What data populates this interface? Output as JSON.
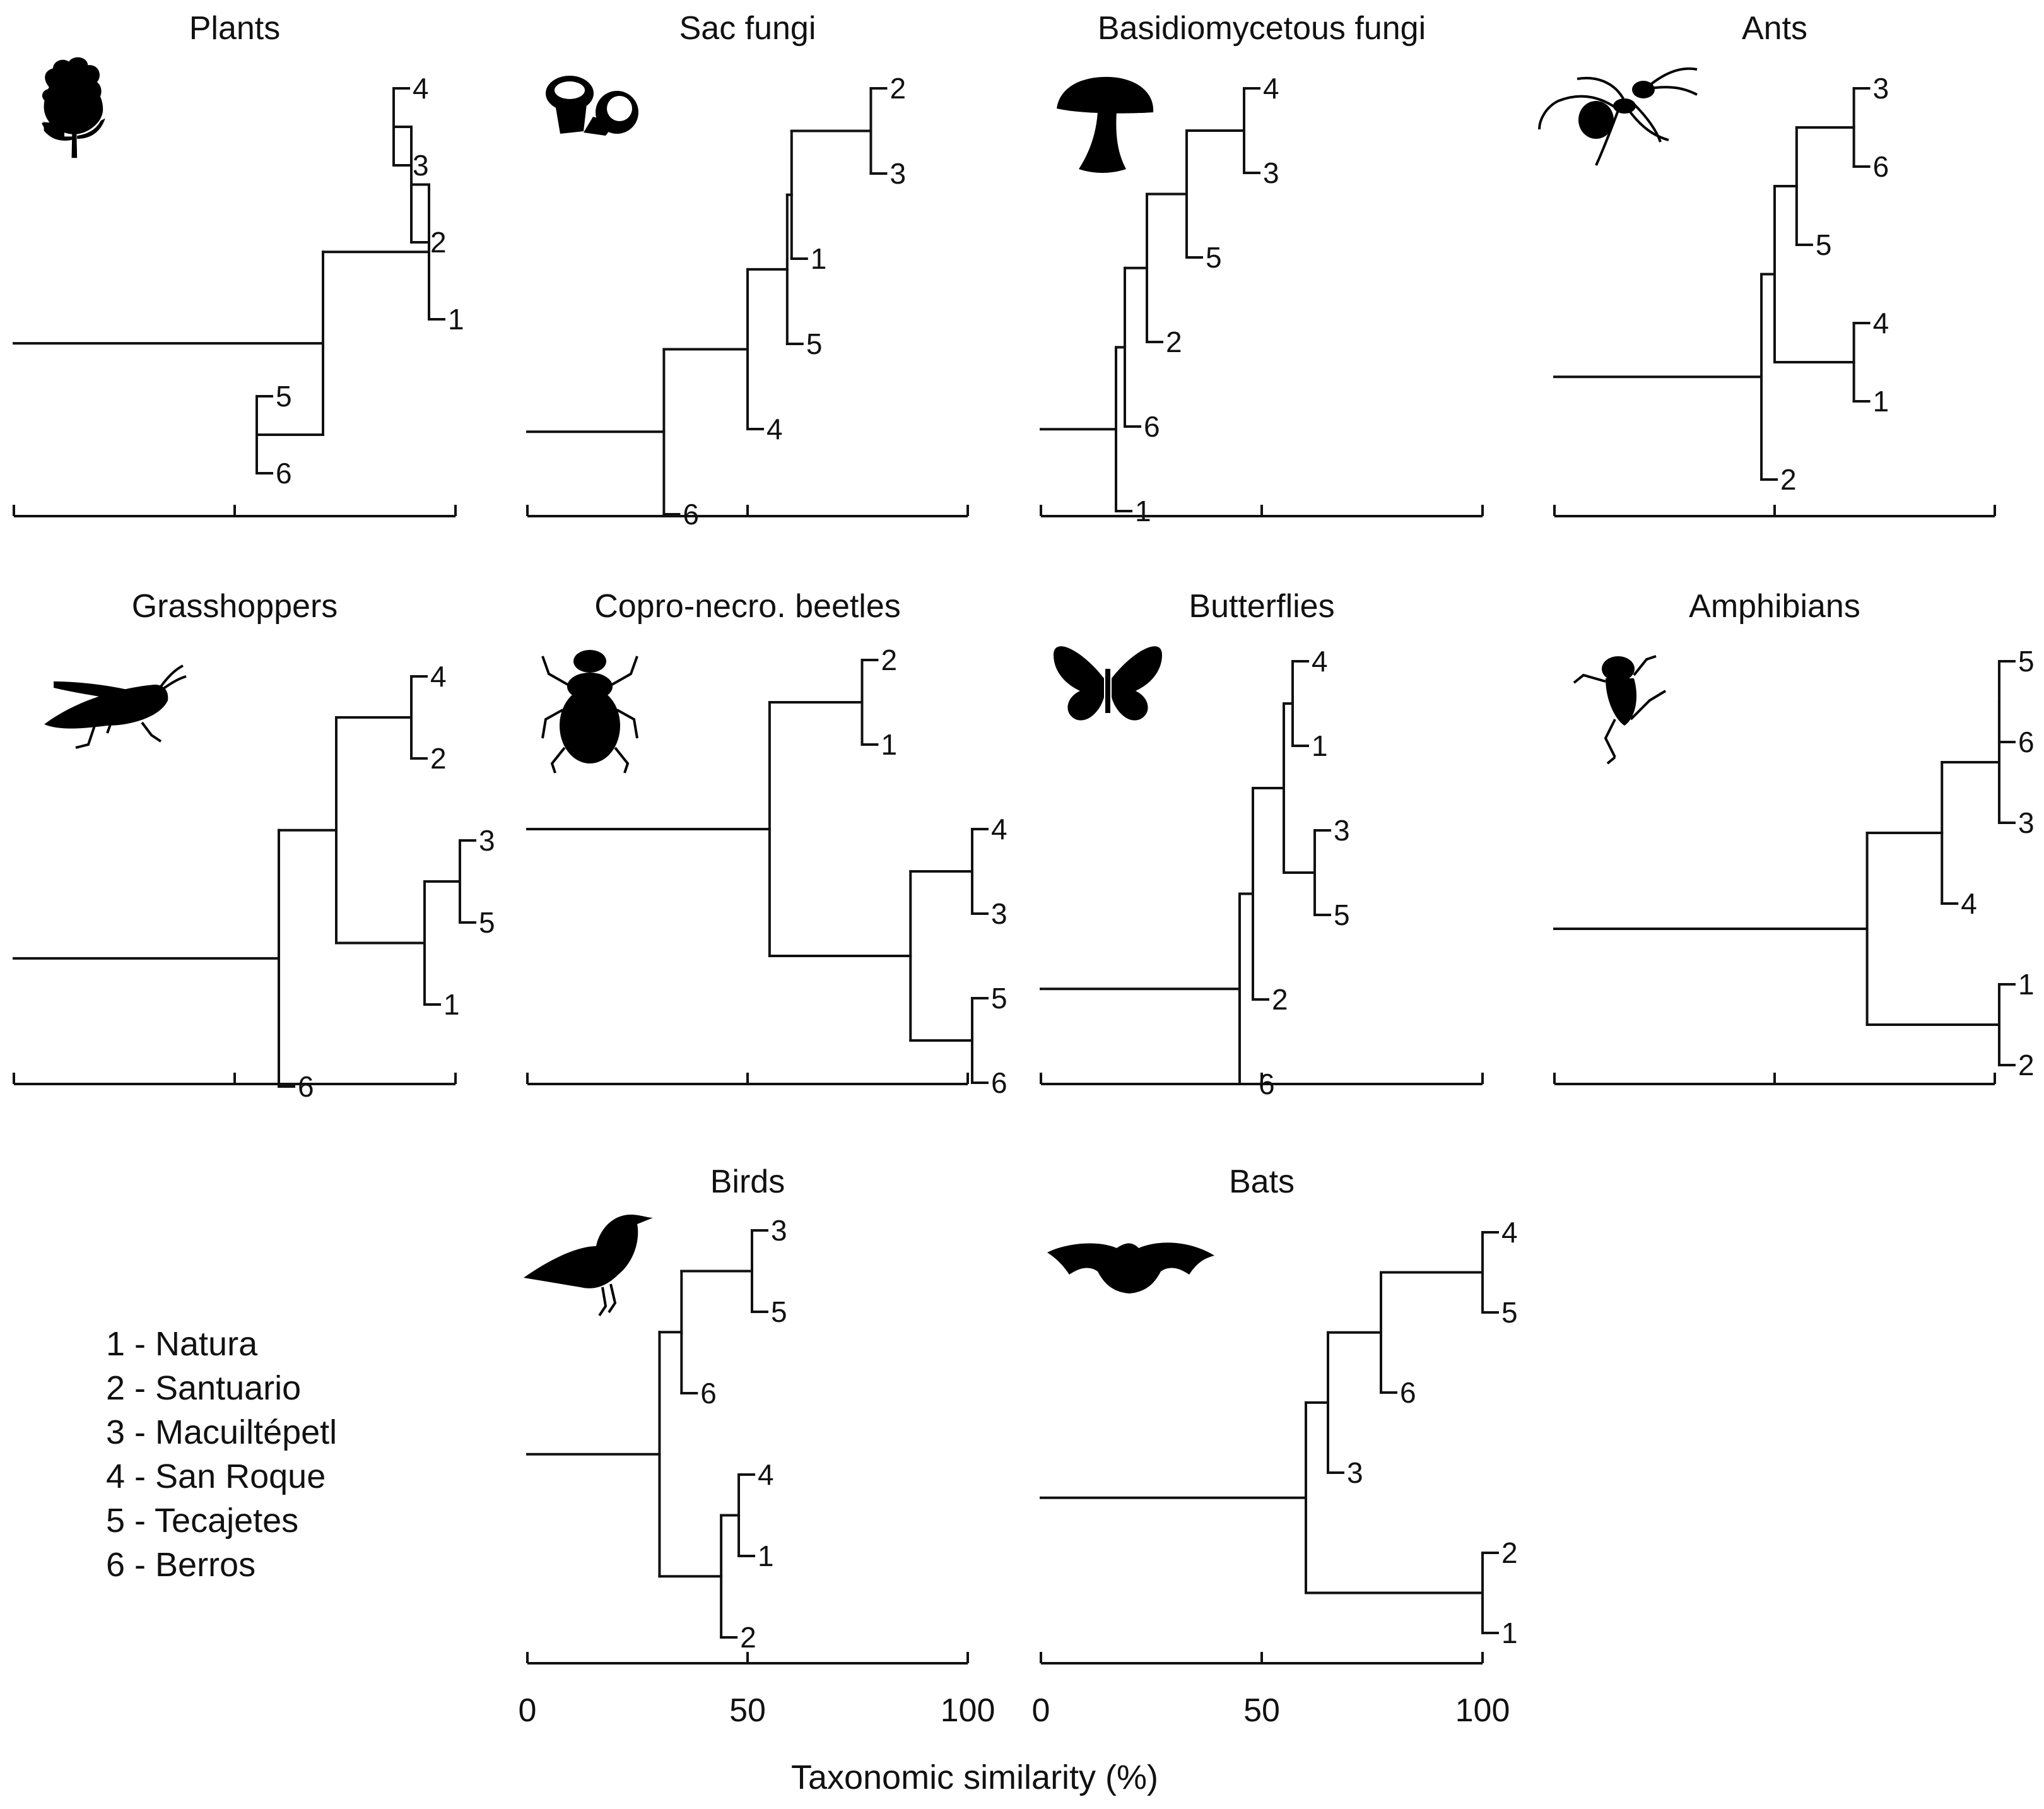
{
  "chart_data": [
    {
      "type": "dendrogram",
      "title": "Plants",
      "icon": "tree-icon",
      "leaves": [
        "4",
        "3",
        "2",
        "1",
        "5",
        "6"
      ],
      "merges": [
        [
          "4",
          "3",
          86
        ],
        [
          "43",
          "2",
          90
        ],
        [
          "432",
          "1",
          94
        ],
        [
          "5",
          "6",
          55
        ],
        [
          "4321",
          "56",
          70
        ]
      ]
    },
    {
      "type": "dendrogram",
      "title": "Sac fungi",
      "icon": "sac-fungi-icon",
      "leaves": [
        "2",
        "3",
        "1",
        "5",
        "4",
        "6"
      ],
      "merges": [
        [
          "2",
          "3",
          78
        ],
        [
          "23",
          "1",
          60
        ],
        [
          "231",
          "5",
          59
        ],
        [
          "2315",
          "4",
          50
        ],
        [
          "23154",
          "6",
          31
        ]
      ]
    },
    {
      "type": "dendrogram",
      "title": "Basidiomycetous fungi",
      "icon": "mushroom-icon",
      "leaves": [
        "4",
        "3",
        "5",
        "2",
        "6",
        "1"
      ],
      "merges": [
        [
          "4",
          "3",
          46
        ],
        [
          "43",
          "5",
          33
        ],
        [
          "435",
          "2",
          24
        ],
        [
          "4352",
          "6",
          19
        ],
        [
          "43526",
          "1",
          17
        ]
      ]
    },
    {
      "type": "dendrogram",
      "title": "Ants",
      "icon": "ant-icon",
      "leaves": [
        "3",
        "6",
        "5",
        "4",
        "1",
        "2"
      ],
      "merges": [
        [
          "3",
          "6",
          68
        ],
        [
          "36",
          "5",
          55
        ],
        [
          "4",
          "1",
          68
        ],
        [
          "365",
          "41",
          50
        ],
        [
          "36541",
          "2",
          47
        ]
      ]
    },
    {
      "type": "dendrogram",
      "title": "Grasshoppers",
      "icon": "grasshopper-icon",
      "leaves": [
        "4",
        "2",
        "3",
        "5",
        "1",
        "6"
      ],
      "merges": [
        [
          "4",
          "2",
          90
        ],
        [
          "3",
          "5",
          101
        ],
        [
          "35",
          "1",
          93
        ],
        [
          "42",
          "351",
          73
        ],
        [
          "42351",
          "6",
          60
        ]
      ]
    },
    {
      "type": "dendrogram",
      "title": "Copro-necro. beetles",
      "icon": "beetle-icon",
      "leaves": [
        "2",
        "1",
        "4",
        "3",
        "5",
        "6"
      ],
      "merges": [
        [
          "2",
          "1",
          76
        ],
        [
          "4",
          "3",
          101
        ],
        [
          "5",
          "6",
          101
        ],
        [
          "43",
          "56",
          87
        ],
        [
          "21",
          "4356",
          55
        ]
      ]
    },
    {
      "type": "dendrogram",
      "title": "Butterflies",
      "icon": "butterfly-icon",
      "leaves": [
        "4",
        "1",
        "3",
        "5",
        "2",
        "6"
      ],
      "merges": [
        [
          "4",
          "1",
          57
        ],
        [
          "3",
          "5",
          62
        ],
        [
          "41",
          "35",
          55
        ],
        [
          "4135",
          "2",
          48
        ],
        [
          "41352",
          "6",
          45
        ]
      ]
    },
    {
      "type": "dendrogram",
      "title": "Amphibians",
      "icon": "frog-icon",
      "leaves": [
        "5",
        "6",
        "3",
        "4",
        "1",
        "2"
      ],
      "merges": [
        [
          "5",
          "6",
          101
        ],
        [
          "56",
          "3",
          101
        ],
        [
          "563",
          "4",
          88
        ],
        [
          "1",
          "2",
          101
        ],
        [
          "5634",
          "12",
          71
        ]
      ]
    },
    {
      "type": "dendrogram",
      "title": "Birds",
      "icon": "bird-icon",
      "leaves": [
        "3",
        "5",
        "6",
        "4",
        "1",
        "2"
      ],
      "merges": [
        [
          "3",
          "5",
          51
        ],
        [
          "35",
          "6",
          35
        ],
        [
          "4",
          "1",
          48
        ],
        [
          "41",
          "2",
          44
        ],
        [
          "356",
          "412",
          30
        ]
      ]
    },
    {
      "type": "dendrogram",
      "title": "Bats",
      "icon": "bat-icon",
      "leaves": [
        "4",
        "5",
        "6",
        "3",
        "2",
        "1"
      ],
      "merges": [
        [
          "4",
          "5",
          100
        ],
        [
          "45",
          "6",
          77
        ],
        [
          "456",
          "3",
          65
        ],
        [
          "2",
          "1",
          100
        ],
        [
          "4563",
          "21",
          60
        ]
      ]
    }
  ],
  "x_axis": {
    "ticks": [
      "0",
      "50",
      "100"
    ],
    "range": [
      0,
      100
    ],
    "label": "Taxonomic similarity (%)"
  },
  "legend": [
    "1 - Natura",
    "2 - Santuario",
    "3 - Macuiltépetl",
    "4 - San Roque",
    "5 - Tecajetes",
    "6 - Berros"
  ]
}
